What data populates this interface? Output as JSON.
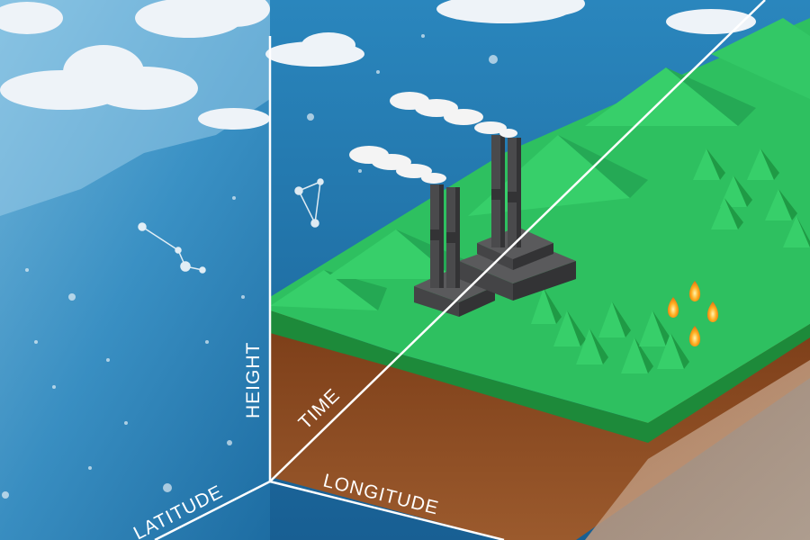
{
  "axes": {
    "height": "HEIGHT",
    "time": "TIME",
    "longitude": "LONGITUDE",
    "latitude": "LATITUDE"
  },
  "colors": {
    "sky": "#1d6fa3",
    "sky_light": "#6fb4d8",
    "grass": "#2ec060",
    "grass_dark": "#1f9a45",
    "soil": "#8a4a23",
    "soil_dark": "#6b3516",
    "factory": "#4a4a4c",
    "factory_dark": "#333335",
    "smoke": "#f2f2f2",
    "fire": "#ffb020",
    "axis_line": "#ffffff"
  },
  "icons": [
    "cloud-icon",
    "factory-icon",
    "smokestack-icon",
    "tree-icon",
    "fire-icon",
    "constellation-icon",
    "mountain-icon"
  ]
}
